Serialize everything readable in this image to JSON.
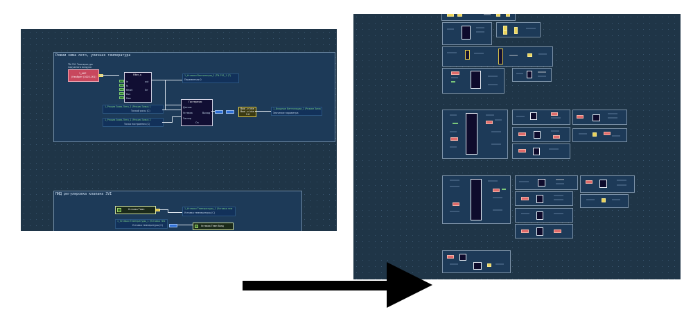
{
  "diagram": {
    "group1": {
      "title": "Режим зима лето, уличная температура",
      "source_block": {
        "label1": "TN-701 Температура",
        "label2": "наружного воздуха",
        "value1": "1_АКЕ",
        "value2": "(Неабрет (1003-1К1)"
      },
      "filter_block": {
        "title": "Filter_a",
        "inputs": [
          "In",
          "fs",
          "Reset",
          "Run",
          "Max"
        ],
        "outputs": [
          "out",
          "Err"
        ]
      },
      "out_top": {
        "line1": "1_Уставки Вентиляции_1 (TN-701_1 (T)",
        "line2": "Переменная 0"
      },
      "in_dew": {
        "line1": "1_Режим Зима-Лето_1 (Режим Зима) 1",
        "line2": "Точкой росы (С)"
      },
      "in_heat": {
        "line1": "1_Режим Зима-Лето_1 (Режим Зима) 2",
        "line2": "Точка построения (С)"
      },
      "hyst_block": {
        "title": "Гистерезис",
        "inputs": [
          "Датчик",
          "Уставка",
          "Гистер"
        ],
        "outputs": [
          "Выход"
        ],
        "footer": "On"
      },
      "bool_block": {
        "line1": "Bool -> Inte",
        "line2": "Bool -> Inte",
        "line3": "2.0"
      },
      "out_right": {
        "line1": "1_Входные Вентиляции_1 (Режим Зима",
        "line2": "Значение параметра"
      }
    },
    "group2": {
      "title": "ПИД регулировка клапана 3VI",
      "setpoint_block": "Уставка Темп",
      "out_top": {
        "line1": "1_Уставки Температуры_1 (Уставка тем",
        "line2": "Уставка температуры (С)"
      },
      "in_left": {
        "line1": "1_Уставки Температуры_1 (Уставка тем",
        "line2": "Уставка температуры (С)"
      },
      "out_block": "Уставка Темп Возд"
    }
  },
  "colors": {
    "canvas": "#1f3547",
    "group_bg": "#1d3a58",
    "block_red": "#c8475d",
    "block_dark": "#110e33",
    "block_yellow": "#3a3a12",
    "wire": "#dfe7ef",
    "arrow": "#000000"
  },
  "icons": {
    "arrow": "right-arrow-icon"
  }
}
